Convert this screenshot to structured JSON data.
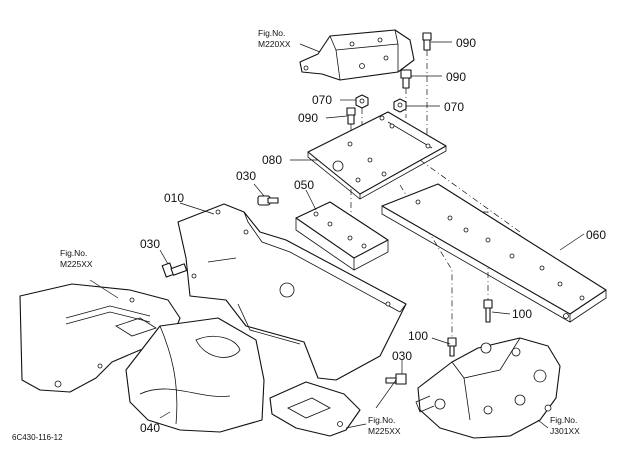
{
  "callouts": {
    "p090_a": "090",
    "p090_b": "090",
    "p090_c": "090",
    "p070_a": "070",
    "p070_b": "070",
    "p080": "080",
    "p030_a": "030",
    "p030_b": "030",
    "p030_c": "030",
    "p050": "050",
    "p010": "010",
    "p060": "060",
    "p100_a": "100",
    "p100_b": "100",
    "p040": "040"
  },
  "fig_refs": {
    "fig_label": "Fig.No.",
    "m220": "M220XX",
    "m225_left": "M225XX",
    "m225_bottom": "M225XX",
    "j301": "J301XX"
  },
  "footer": {
    "drawing_code": "6C430-116-12"
  }
}
